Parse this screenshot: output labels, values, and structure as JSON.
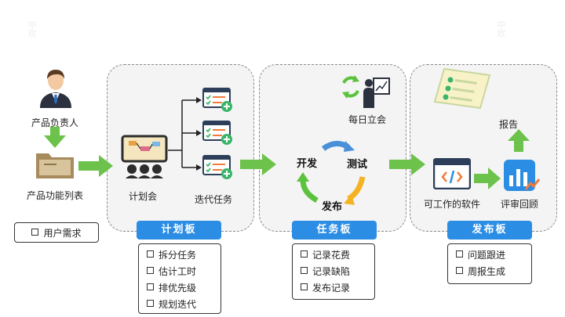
{
  "watermark": "中欢",
  "left": {
    "owner_label": "产品负责人",
    "features_label": "产品功能列表",
    "user_needs": "用户需求"
  },
  "plan": {
    "meeting_label": "计划会",
    "iteration_label": "迭代任务",
    "board_title": "计划板",
    "items": [
      "拆分任务",
      "估计工时",
      "排优先级",
      "规划迭代"
    ]
  },
  "task": {
    "standup_label": "每日立会",
    "cycle": {
      "develop": "开发",
      "test": "测试",
      "release": "发布"
    },
    "board_title": "任务板",
    "items": [
      "记录花费",
      "记录缺陷",
      "发布记录"
    ]
  },
  "release": {
    "software_label": "可工作的软件",
    "review_label": "评审回顾",
    "report_label": "报告",
    "board_title": "发布板",
    "items": [
      "问题跟进",
      "周报生成"
    ]
  },
  "colors": {
    "arrow_green": "#6cc24a",
    "board_blue": "#2b8de3",
    "cycle_blue": "#4a90d9",
    "cycle_orange": "#f5b324",
    "cycle_green": "#5cc23e"
  }
}
